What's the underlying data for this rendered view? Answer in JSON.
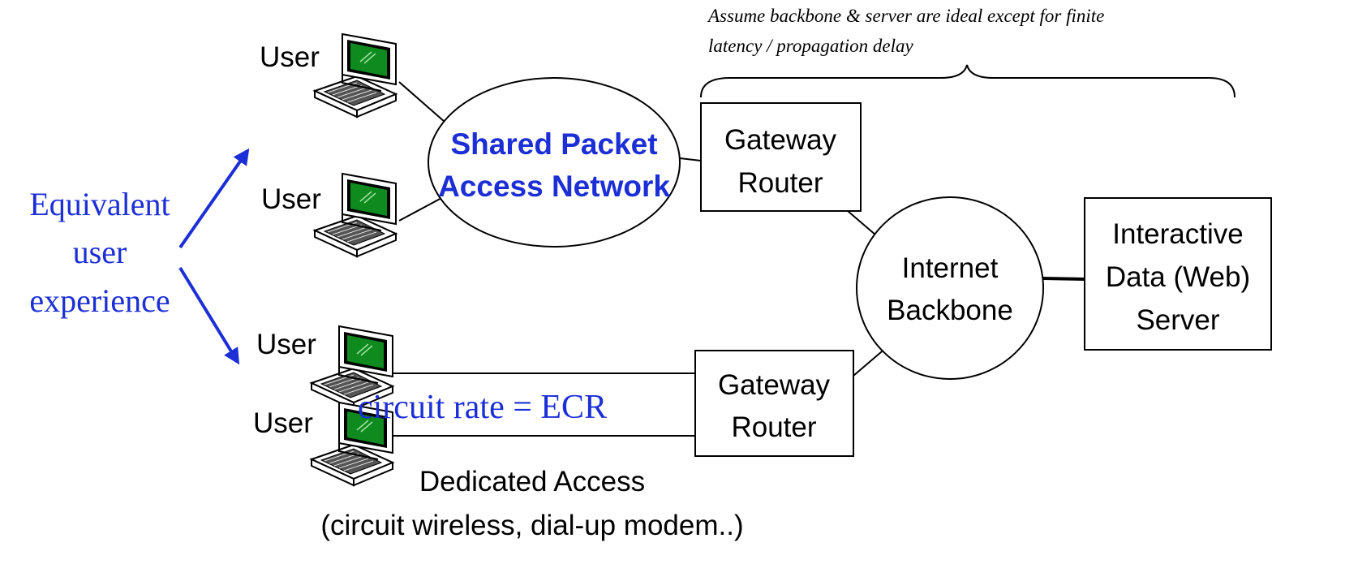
{
  "annotation": {
    "line1": "Assume backbone & server are ideal except for finite",
    "line2": "latency / propagation delay"
  },
  "users": [
    {
      "label": "User"
    },
    {
      "label": "User"
    },
    {
      "label": "User"
    },
    {
      "label": "User"
    }
  ],
  "equivalent": {
    "line1": "Equivalent",
    "line2": "user",
    "line3": "experience"
  },
  "shared_network": {
    "line1": "Shared Packet",
    "line2": "Access Network"
  },
  "gateway_top": {
    "line1": "Gateway",
    "line2": "Router"
  },
  "gateway_bottom": {
    "line1": "Gateway",
    "line2": "Router"
  },
  "backbone": {
    "line1": "Internet",
    "line2": "Backbone"
  },
  "server": {
    "line1": "Interactive",
    "line2": "Data (Web)",
    "line3": "Server"
  },
  "circuit_rate": "circuit rate = ECR",
  "dedicated": {
    "line1": "Dedicated Access",
    "line2": "(circuit wireless, dial-up modem..)"
  },
  "colors": {
    "blue": "#1c2fd6",
    "black": "#000000",
    "screen_green": "#0f8a1e"
  }
}
